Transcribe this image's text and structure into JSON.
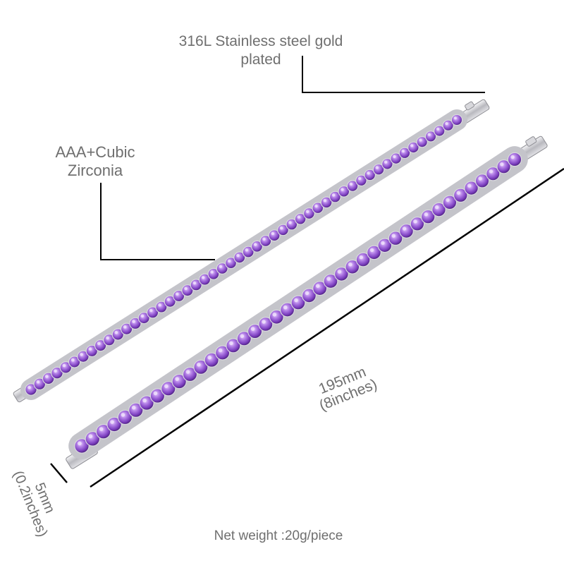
{
  "labels": {
    "material": [
      "316L Stainless steel gold",
      "plated"
    ],
    "stone": [
      "AAA+Cubic",
      "Zirconia"
    ],
    "length": [
      "195mm",
      "(8inches)"
    ],
    "width": [
      "5mm",
      "(0.2inches)"
    ],
    "weight": "Net weight :20g/piece"
  },
  "colors": {
    "text": "#6f6f6f",
    "line": "#000000",
    "stone_dark": "#6a2fa3",
    "stone_mid": "#9a5fd6",
    "stone_light": "#cfa8f2",
    "metal": "#c9c9cc"
  },
  "product": {
    "upper_bracelet_stones": 50,
    "lower_bracelet_stones": 41
  }
}
